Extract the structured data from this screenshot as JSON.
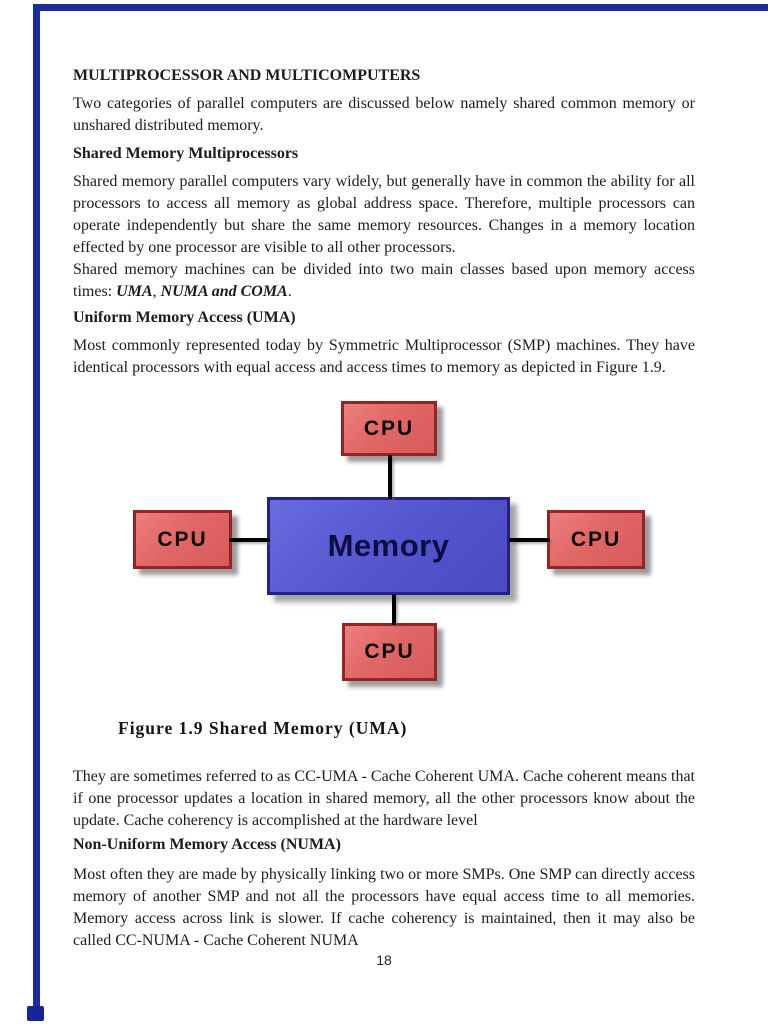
{
  "page": {
    "number": "18",
    "background": "#ffffff",
    "scan_edge_color": "#1c2b9e"
  },
  "content": {
    "h1": "MULTIPROCESSOR AND MULTICOMPUTERS",
    "p1": "Two categories of parallel computers are discussed below namely shared common memory or unshared distributed memory.",
    "h2": "Shared Memory Multiprocessors",
    "p2": "Shared memory parallel computers vary widely, but generally have in common the ability for all processors to access all memory as global address space. Therefore, multiple processors can operate independently but share the same memory resources. Changes in a memory location effected by one processor are visible to all other processors.",
    "p3_main": "Shared memory machines can be divided into two main classes based upon memory access times: ",
    "p3_uma": "UMA",
    "p3_sep": ", ",
    "p3_numa": "NUMA and COMA",
    "p3_end": ".",
    "h3": "Uniform Memory Access (UMA)",
    "p4": "Most commonly represented today by Symmetric Multiprocessor (SMP) machines. They have identical processors with equal access and access times to memory as depicted in Figure 1.9.",
    "p5": "They are sometimes referred to as CC-UMA - Cache Coherent UMA. Cache coherent means that if one processor updates a location in shared memory, all the other processors know about the update. Cache coherency is accomplished at the hardware level",
    "h4": "Non-Uniform Memory Access (NUMA)",
    "p6": "Most often they are made by physically linking two or more SMPs. One SMP can directly access memory of another SMP and not all the processors have equal access time to all memories. Memory access across link is slower. If cache coherency is maintained, then it may also be called CC-NUMA - Cache Coherent NUMA"
  },
  "diagram": {
    "caption": "Figure 1.9 Shared Memory (UMA)",
    "memory_label": "Memory",
    "cpu_label": "CPU",
    "colors": {
      "memory_fill": "#5556d0",
      "memory_border": "#22218c",
      "memory_text": "#0d0d42",
      "cpu_fill": "#e16766",
      "cpu_border": "#962425",
      "cpu_text": "#0a0a0a",
      "connector": "#000000"
    }
  }
}
